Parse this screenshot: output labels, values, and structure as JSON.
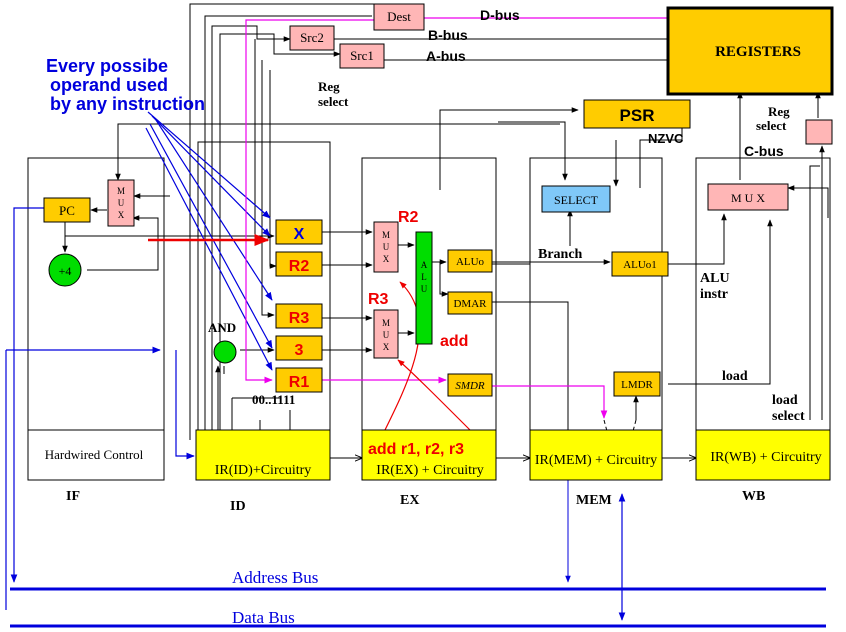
{
  "colors": {
    "register_fill": "#ffcc00",
    "stage_ir_fill": "#ffff00",
    "mux_fill": "#ffb6b6",
    "select_fill": "#7fc8f8",
    "adder_fill": "#00dd00",
    "arrow_black": "#000000",
    "arrow_blue": "#0000dd",
    "arrow_red": "#ee0000",
    "arrow_magenta": "#ee00ee",
    "annotation_blue": "#0000dd",
    "annotation_red": "#ee0000"
  },
  "registers": "REGISTERS",
  "reg_select_top": [
    "Reg",
    "select"
  ],
  "reg_select_right": [
    "Reg",
    "select"
  ],
  "dest": "Dest",
  "src2": "Src2",
  "src1": "Src1",
  "d_bus": "D-bus",
  "b_bus": "B-bus",
  "a_bus": "A-bus",
  "c_bus": "C-bus",
  "psr": "PSR",
  "nzvc": "NZVC",
  "select": "SELECT",
  "branch": "Branch",
  "mux_label": "M U X",
  "mux_vertical": [
    "M",
    "U",
    "X"
  ],
  "alu_vertical": [
    "A",
    "L",
    "U"
  ],
  "pc": "PC",
  "plus4": "+4",
  "and_label": "AND",
  "constant": "00..1111",
  "operand_regs": {
    "x": "X",
    "r2": "R2",
    "r3": "R3",
    "imm": "3",
    "r1": "R1"
  },
  "red_labels": {
    "r2": "R2",
    "r3": "R3",
    "add": "add",
    "instruction": "add r1, r2, r3"
  },
  "annotation": [
    "Every possibe",
    "operand used",
    "by any instruction"
  ],
  "ex_regs": {
    "aluo": "ALUo",
    "dmar": "DMAR",
    "smdr": "SMDR"
  },
  "aluo1": "ALUo1",
  "lmdr": "LMDR",
  "alu_instr": [
    "ALU",
    "instr"
  ],
  "load": "load",
  "load_select": [
    "load",
    "select"
  ],
  "hardwired_control": "Hardwired Control",
  "ir_boxes": {
    "id": "IR(ID)+Circuitry",
    "ex": "IR(EX) + Circuitry",
    "mem": "IR(MEM) + Circuitry",
    "wb": "IR(WB) + Circuitry"
  },
  "stages": {
    "if": "IF",
    "id": "ID",
    "ex": "EX",
    "mem": "MEM",
    "wb": "WB"
  },
  "address_bus": "Address Bus",
  "data_bus": "Data Bus"
}
